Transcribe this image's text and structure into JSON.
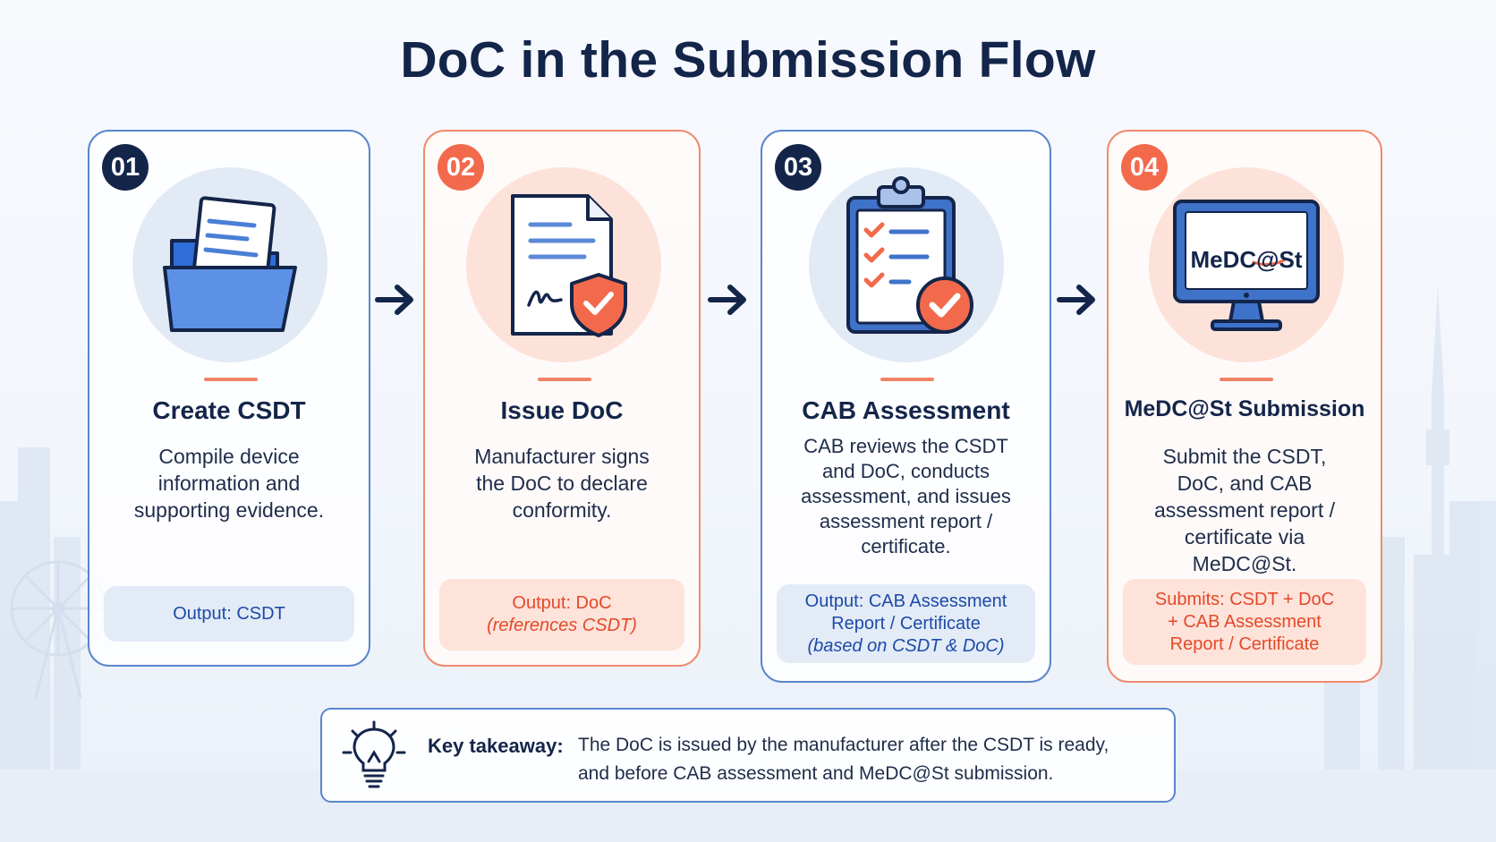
{
  "title": "DoC in the Submission Flow",
  "colors": {
    "navy": "#14254a",
    "blue_accent": "#5a86cc",
    "orange_accent": "#f26a4b"
  },
  "steps": [
    {
      "number": "01",
      "title": "Create CSDT",
      "description": "Compile device information and supporting evidence.",
      "output_lines": [
        "Output: CSDT"
      ],
      "output_note": "",
      "icon": "folder-icon",
      "theme": "blue"
    },
    {
      "number": "02",
      "title": "Issue DoC",
      "description": "Manufacturer signs the DoC to declare conformity.",
      "output_lines": [
        "Output: DoC"
      ],
      "output_note": "(references CSDT)",
      "icon": "signed-document-shield-icon",
      "theme": "orange"
    },
    {
      "number": "03",
      "title": "CAB Assessment",
      "description": "CAB reviews the CSDT and DoC, conducts assessment, and issues assessment report / certificate.",
      "output_lines": [
        "Output: CAB Assessment",
        "Report / Certificate"
      ],
      "output_note": "(based on CSDT & DoC)",
      "icon": "clipboard-checklist-icon",
      "theme": "blue"
    },
    {
      "number": "04",
      "title": "MeDC@St Submission",
      "description": "Submit the CSDT, DoC, and CAB assessment report / certificate via MeDC@St.",
      "output_lines": [
        "Submits: CSDT + DoC",
        "+ CAB Assessment",
        "Report / Certificate"
      ],
      "output_note": "",
      "icon": "monitor-icon",
      "theme": "orange",
      "screen_text": "MeDC@St"
    }
  ],
  "takeaway": {
    "label": "Key takeaway:",
    "line1": "The DoC is issued by the manufacturer after the CSDT is ready,",
    "line2": "and before CAB assessment and MeDC@St submission.",
    "icon": "lightbulb-icon"
  }
}
